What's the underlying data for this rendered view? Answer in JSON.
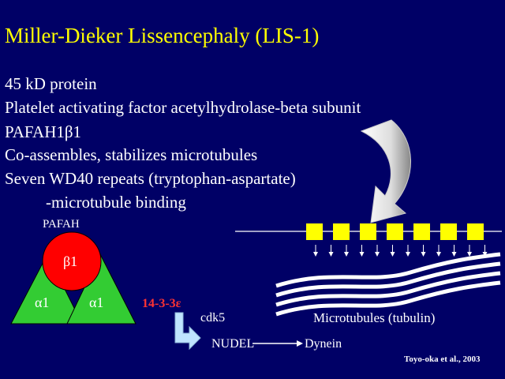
{
  "slide": {
    "title": "Miller-Dieker Lissencephaly (LIS-1)",
    "bullets": [
      "45 kD protein",
      "Platelet activating factor acetylhydrolase-beta subunit",
      "PAFAH1β1",
      "Co-assembles, stabilizes microtubules",
      "Seven WD40 repeats (tryptophan-aspartate)",
      "-microtubule binding"
    ]
  },
  "diagram": {
    "pafah_label": "PAFAH",
    "beta_label": "β1",
    "alpha_left_label": "α1",
    "alpha_right_label": "α1",
    "protein_14_3_3": "14-3-3ε",
    "cdk5_label": "cdk5",
    "nudel_label": "NUDEL",
    "dynein_label": "Dynein",
    "microtubules_label": "Microtubules (tubulin)",
    "wd40_repeat_count": 7,
    "colors": {
      "background": "#000066",
      "title": "#ffff00",
      "beta_circle": "#ff0000",
      "alpha_triangle": "#33cc33",
      "wd40_box": "#ffff00",
      "label_14_3_3": "#ff3333",
      "arrow_light_blue": "#bfe4ff"
    }
  },
  "citation": "Toyo-oka et al., 2003"
}
